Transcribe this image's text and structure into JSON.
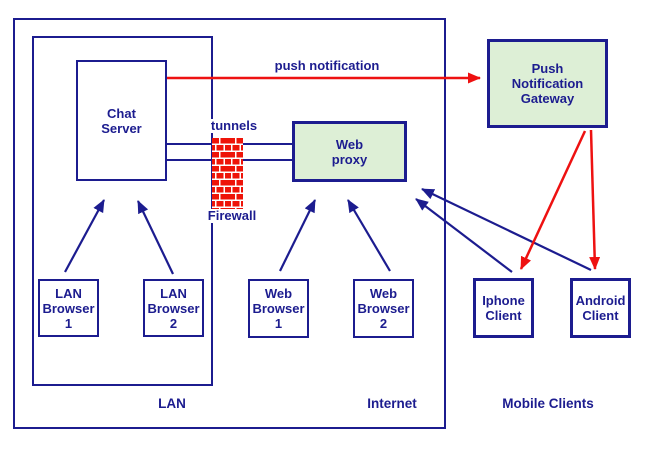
{
  "colors": {
    "navy": "#1c1c8f",
    "red": "#ee1111",
    "node_green_fill": "#ddefd6",
    "node_white_fill": "#ffffff",
    "brick_red": "#ee1409"
  },
  "zones": {
    "lan": {
      "label": "LAN"
    },
    "internet": {
      "label": "Internet"
    },
    "mobile": {
      "label": "Mobile Clients"
    }
  },
  "nodes": {
    "chat_server": {
      "label": "Chat\nServer"
    },
    "web_proxy": {
      "label": "Web\nproxy"
    },
    "push_gateway": {
      "label": "Push\nNotification\nGateway"
    },
    "lan_browser_1": {
      "label": "LAN\nBrowser\n1"
    },
    "lan_browser_2": {
      "label": "LAN\nBrowser\n2"
    },
    "web_browser_1": {
      "label": "Web\nBrowser\n1"
    },
    "web_browser_2": {
      "label": "Web\nBrowser\n2"
    },
    "iphone_client": {
      "label": "Iphone\nClient"
    },
    "android_client": {
      "label": "Android\nClient"
    }
  },
  "annotations": {
    "push_notification": "push notification",
    "tunnels": "tunnels",
    "firewall": "Firewall"
  },
  "connections": [
    {
      "from": "lan_browser_1",
      "to": "chat_server",
      "color": "navy",
      "style": "arrow"
    },
    {
      "from": "lan_browser_2",
      "to": "chat_server",
      "color": "navy",
      "style": "arrow"
    },
    {
      "from": "web_browser_1",
      "to": "web_proxy",
      "color": "navy",
      "style": "arrow"
    },
    {
      "from": "web_browser_2",
      "to": "web_proxy",
      "color": "navy",
      "style": "arrow"
    },
    {
      "from": "iphone_client",
      "to": "web_proxy",
      "color": "navy",
      "style": "arrow"
    },
    {
      "from": "android_client",
      "to": "web_proxy",
      "color": "navy",
      "style": "arrow"
    },
    {
      "from": "chat_server",
      "to": "push_gateway",
      "color": "red",
      "style": "arrow",
      "label": "push notification"
    },
    {
      "from": "push_gateway",
      "to": "iphone_client",
      "color": "red",
      "style": "arrow"
    },
    {
      "from": "push_gateway",
      "to": "android_client",
      "color": "red",
      "style": "arrow"
    },
    {
      "from": "chat_server",
      "to": "web_proxy",
      "color": "navy",
      "style": "tunnel-pair",
      "label": "tunnels",
      "through": "firewall"
    }
  ]
}
